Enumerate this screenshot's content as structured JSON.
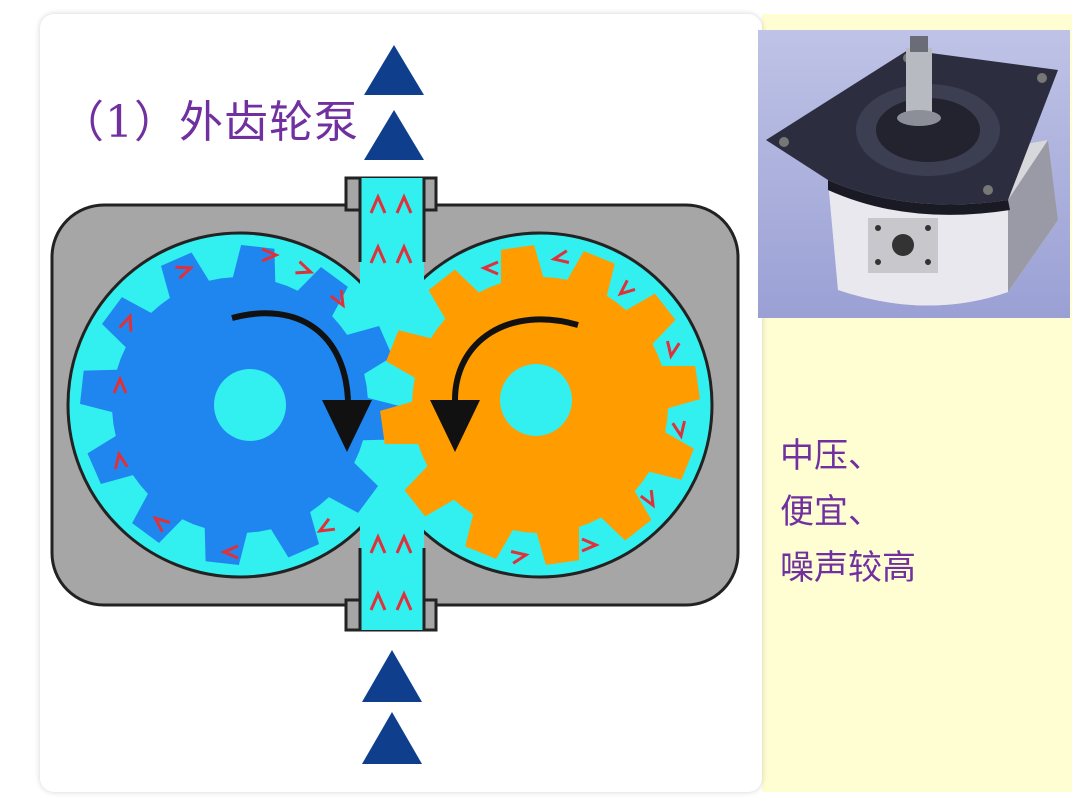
{
  "title": "（1）外齿轮泵",
  "notes": [
    "中压、",
    "便宜、",
    "噪声较高"
  ],
  "colors": {
    "casing": "#a6a6a6",
    "fluid": "#33f0f0",
    "left_gear": "#1f86f0",
    "right_gear": "#ff9c00",
    "flow_arrow": "#0f3f8c",
    "hub": "#33f0f0",
    "rotation_arrow": "#111111",
    "chevron": "#e0303a",
    "text": "#7030a0",
    "side_panel": "#fffdd2"
  },
  "icons": {
    "flow": "triangle-up-icon",
    "rotation": "curved-arrow-icon",
    "chevron": "chevron-icon",
    "photo": "gear-pump-photo"
  }
}
